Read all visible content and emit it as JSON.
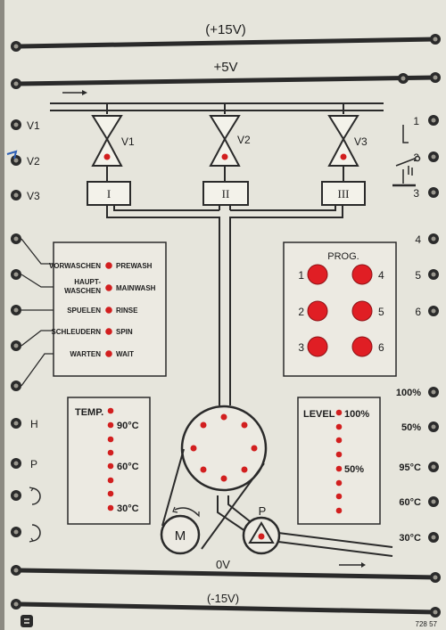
{
  "rails": {
    "plus15": "(+15V)",
    "plus5": "+5V",
    "zero": "0V",
    "minus15": "(-15V)"
  },
  "valves": [
    {
      "label": "V1",
      "box": "I"
    },
    {
      "label": "V2",
      "box": "II"
    },
    {
      "label": "V3",
      "box": "III"
    }
  ],
  "left_sockets": {
    "valves": [
      "V1",
      "V2",
      "V3"
    ],
    "heater": "H",
    "pump": "P"
  },
  "right_sockets": [
    "1",
    "2",
    "3",
    "4",
    "5",
    "6"
  ],
  "program_box": {
    "title": "PROG.",
    "buttons": [
      "1",
      "4",
      "2",
      "5",
      "3",
      "6"
    ]
  },
  "phases": [
    {
      "de": "VORWASCHEN",
      "en": "PREWASH"
    },
    {
      "de_line1": "HAUPT-",
      "de_line2": "WASCHEN",
      "en": "MAINWASH"
    },
    {
      "de": "SPUELEN",
      "en": "RINSE"
    },
    {
      "de": "SCHLEUDERN",
      "en": "SPIN"
    },
    {
      "de": "WARTEN",
      "en": "WAIT"
    }
  ],
  "temp": {
    "title": "TEMP.",
    "marks": [
      "90°C",
      "60°C",
      "30°C"
    ]
  },
  "level": {
    "title": "LEVEL",
    "marks": [
      "100%",
      "50%"
    ]
  },
  "right_level_sockets": [
    "100%",
    "50%"
  ],
  "right_temp_sockets": [
    "95°C",
    "60°C",
    "30°C"
  ],
  "motor": "M",
  "pump_label": "P",
  "serial": "728 57",
  "colors": {
    "panel": "#e6e5dc",
    "line": "#2a2a2a",
    "lamp": "#d21f1f",
    "button": "#e01e24"
  }
}
